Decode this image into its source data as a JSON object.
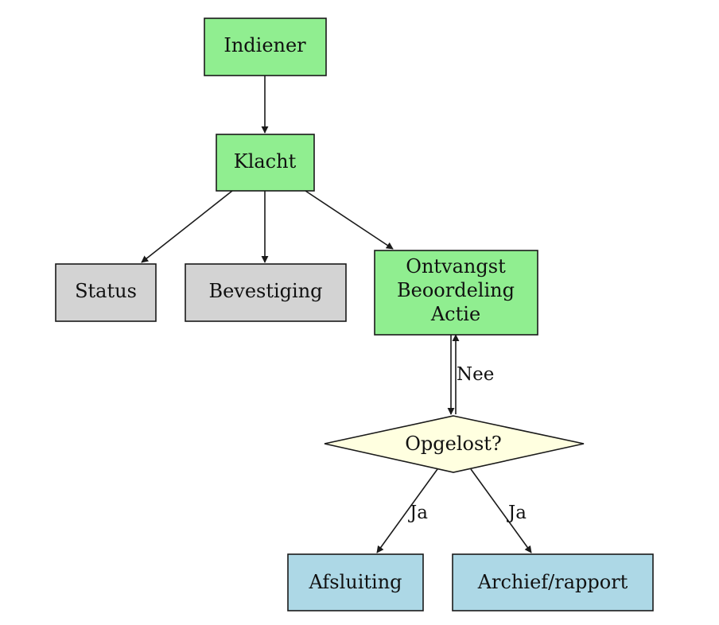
{
  "nodes": {
    "indiener": "Indiener",
    "klacht": "Klacht",
    "status": "Status",
    "bevestiging": "Bevestiging",
    "ontvangst_line1": "Ontvangst",
    "ontvangst_line2": "Beoordeling",
    "ontvangst_line3": "Actie",
    "opgelost": "Opgelost?",
    "afsluiting": "Afsluiting",
    "archief": "Archief/rapport"
  },
  "edge_labels": {
    "nee": "Nee",
    "ja_left": "Ja",
    "ja_right": "Ja"
  },
  "colors": {
    "green": "#90ee90",
    "grey": "#d3d3d3",
    "yellow": "#ffffe0",
    "blue": "#add8e6",
    "stroke": "#1a1a1a"
  }
}
